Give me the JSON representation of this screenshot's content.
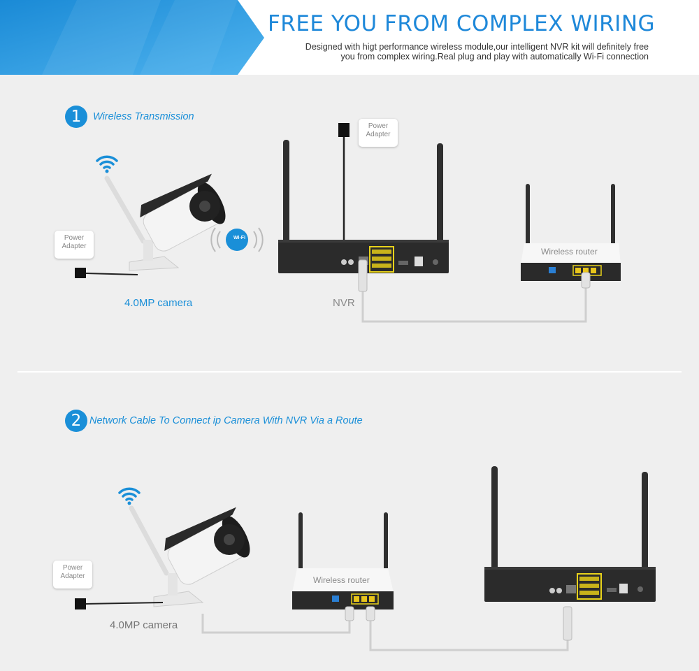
{
  "header": {
    "title": "FREE YOU FROM COMPLEX WIRING",
    "subtitle_line1": "Designed with higt performance wireless module,our intelligent NVR kit will definitely free",
    "subtitle_line2": "you from complex wiring.Real plug and play with automatically Wi-Fi connection",
    "accent_color": "#1e88d9"
  },
  "section1": {
    "number": "1",
    "label": "Wireless Transmission",
    "power_adapter_camera": [
      "Power",
      "Adapter"
    ],
    "power_adapter_nvr": [
      "Power",
      "Adapter"
    ],
    "camera_label": "4.0MP camera",
    "nvr_label": "NVR",
    "router_label": "Wireless router",
    "wifi_badge": "Wi-Fi"
  },
  "section2": {
    "number": "2",
    "label": "Network Cable To Connect ip Camera With NVR Via a Route",
    "power_adapter_camera": [
      "Power",
      "Adapter"
    ],
    "camera_label": "4.0MP camera",
    "router_label": "Wireless router"
  },
  "colors": {
    "step_blue": "#1a8fd8",
    "device_black": "#2b2b2b",
    "cable_gray": "#c8c8c8"
  },
  "icons": [
    "wifi-icon",
    "power-plug-icon",
    "camera-icon",
    "nvr-icon",
    "router-icon"
  ]
}
